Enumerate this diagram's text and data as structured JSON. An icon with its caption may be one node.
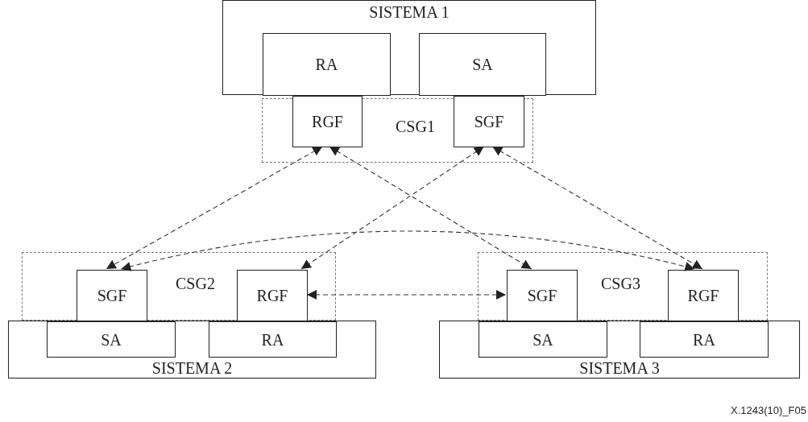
{
  "diagram": {
    "nodes": [
      {
        "text": [
          "SISTEMA 1"
        ]
      },
      {
        "text": [
          "RA"
        ],
        "in": 0
      },
      {
        "text": [
          "SA"
        ],
        "in": 0
      },
      {
        "text": [
          "CSG1"
        ]
      },
      {
        "text": [
          "RGF"
        ],
        "in": 3
      },
      {
        "text": [
          "SGF"
        ],
        "in": 3
      },
      {
        "text": [
          "CSG2"
        ]
      },
      {
        "text": [
          "SGF"
        ],
        "in": 6
      },
      {
        "text": [
          "RGF"
        ],
        "in": 6
      },
      {
        "text": [
          "SISTEMA 2"
        ]
      },
      {
        "text": [
          "SA"
        ],
        "in": 9
      },
      {
        "text": [
          "RA"
        ],
        "in": 9
      },
      {
        "text": [
          "CSG3"
        ]
      },
      {
        "text": [
          "SGF"
        ],
        "in": 12
      },
      {
        "text": [
          "RGF"
        ],
        "in": 12
      },
      {
        "text": [
          "SISTEMA 3"
        ]
      },
      {
        "text": [
          "SA"
        ],
        "in": 15
      },
      {
        "text": [
          "RA"
        ],
        "in": 15
      }
    ],
    "edges": [
      {
        "from": 4,
        "to": 7,
        "arrow": "both",
        "style": "dashed"
      },
      {
        "from": 4,
        "to": 13,
        "arrow": "both",
        "style": "dashed"
      },
      {
        "from": 5,
        "to": 8,
        "arrow": "both",
        "style": "dashed"
      },
      {
        "from": 5,
        "to": 14,
        "arrow": "both",
        "style": "dashed"
      },
      {
        "from": 7,
        "to": 14,
        "arrow": "both",
        "style": "dashed"
      },
      {
        "from": 8,
        "to": 13,
        "arrow": "both",
        "style": "dashed"
      }
    ],
    "labels": [
      "X.1243(10)_F05"
    ]
  }
}
